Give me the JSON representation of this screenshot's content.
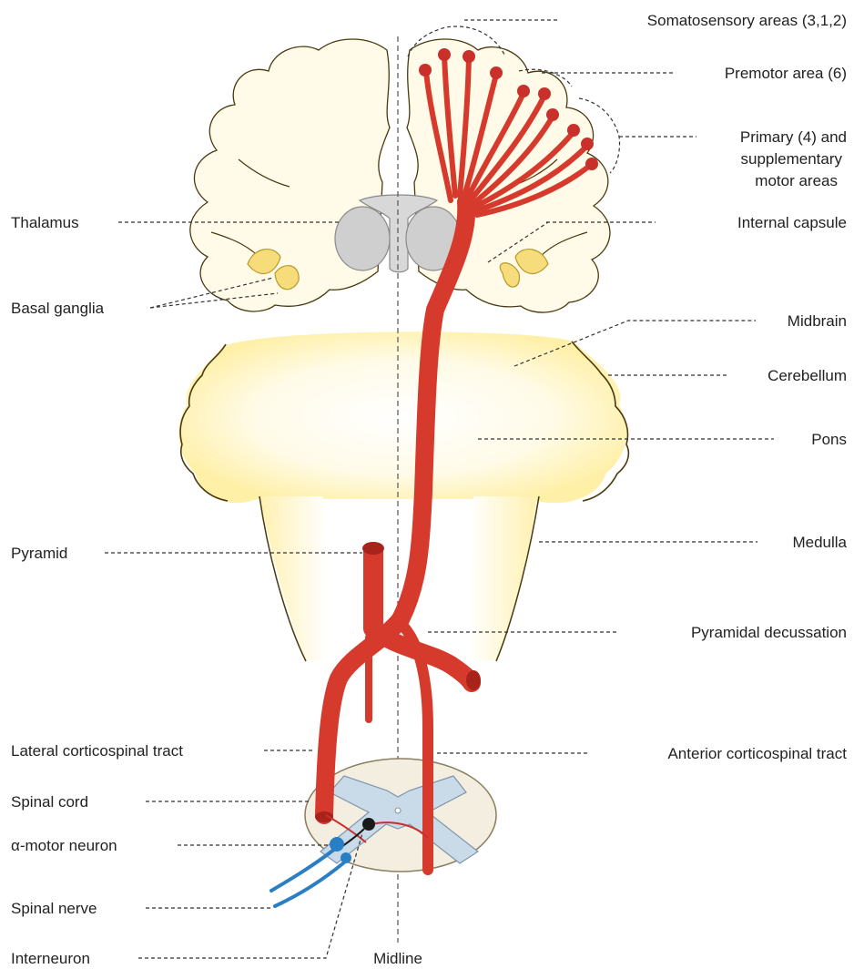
{
  "colors": {
    "tract": "#d63a2c",
    "tract_shadow": "#a8231a",
    "brain_fill": "#fffbe8",
    "brainstem_glow": "#fff1b0",
    "thalamus": "#c9c9c9",
    "basal_ganglia": "#f6dc7a",
    "spinal_grey": "#c9dbe8",
    "neuron_blue": "#2a7fc4"
  },
  "labels": {
    "somatosensory": "Somatosensory areas (3,1,2)",
    "premotor": "Premotor area (6)",
    "primary_line1": "Primary (4) and",
    "primary_line2": "supplementary",
    "primary_line3": "motor areas",
    "thalamus": "Thalamus",
    "internal_capsule": "Internal capsule",
    "basal_ganglia": "Basal ganglia",
    "midbrain": "Midbrain",
    "cerebellum": "Cerebellum",
    "pons": "Pons",
    "pyramid": "Pyramid",
    "medulla": "Medulla",
    "pyramidal_decussation": "Pyramidal decussation",
    "lateral_tract": "Lateral corticospinal tract",
    "anterior_tract": "Anterior corticospinal tract",
    "spinal_cord": "Spinal cord",
    "alpha_motor": "α-motor neuron",
    "spinal_nerve": "Spinal nerve",
    "interneuron": "Interneuron",
    "midline": "Midline"
  }
}
